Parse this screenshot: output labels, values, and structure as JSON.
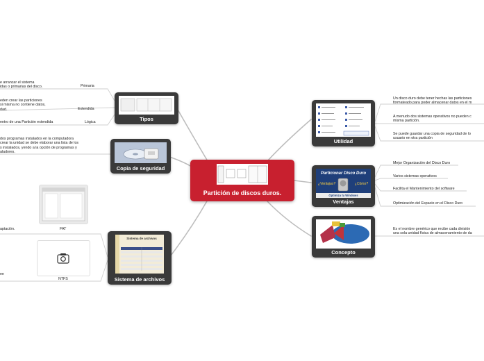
{
  "central": {
    "title": "Partición de discos duros."
  },
  "topics": {
    "tipos": {
      "label": "Tipos",
      "items": [
        {
          "title": "Primaria",
          "text": [
            "e arrancar el sistema",
            "idas o primarias del disco."
          ]
        },
        {
          "title": "Extendida",
          "text": [
            "eden crear las particiones",
            "si misma no contiene datos,",
            "dad."
          ]
        },
        {
          "title": "Lógica",
          "text": [
            "entro de una Partición extendida"
          ]
        }
      ]
    },
    "copia": {
      "label": "Copia de seguridad",
      "text": [
        "dos programas instalados en la computadora",
        "crear la unidad se debe elaborar una lista de los",
        "s instalados, yendo a la opción de programas y",
        "aladores."
      ]
    },
    "sistema": {
      "label": "Sistema de archivos",
      "thumb_title": "Sistema de archivos",
      "fat_label": "FAT",
      "ntfs_label": "NTFS",
      "fragments": [
        "aptación.",
        "en"
      ]
    },
    "utilidad": {
      "label": "Utilidad",
      "items": [
        [
          "Un disco duro debe tener hechas las particiones",
          "formateado para poder almacenar datos en el m"
        ],
        [
          "A menudo dos sistemas operativos no pueden c",
          "misma partición."
        ],
        [
          "Se puede guardar una copia de seguridad de lo",
          "usuario en otra partición"
        ]
      ]
    },
    "ventajas": {
      "label": "Ventajas",
      "thumb_title": "Particionar Disco Duro",
      "thumb_left": "¿Ventajas?",
      "thumb_right": "¿Cómo?",
      "thumb_footer": "Optimiza tu Windows",
      "items": [
        "Mejor Organización del Disco Duro",
        "Varios sistemas operativos",
        "Facilita el Mantenimiento del software",
        "Optimización del Espacio en el Disco Duro"
      ]
    },
    "concepto": {
      "label": "Concepto",
      "text": [
        "Es el nombre genérico que recibe cada división",
        "una sola unidad física de almacenamiento de da"
      ]
    }
  },
  "colors": {
    "central": "#c8202f",
    "node": "#3a3a3a",
    "line": "#bdbdbd"
  }
}
